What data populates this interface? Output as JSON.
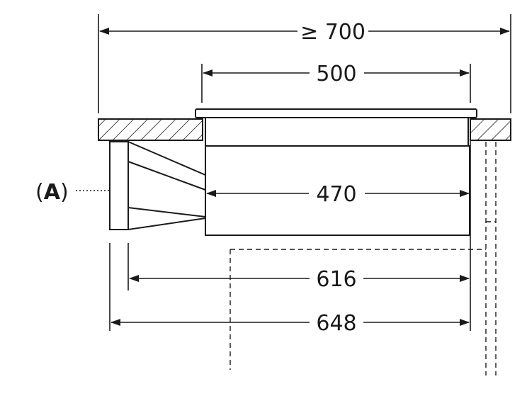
{
  "dimensions": {
    "overall_width": "≥ 700",
    "cutout_width": "500",
    "unit_width": "470",
    "depth_without_duct": "616",
    "depth_total": "648"
  },
  "labels": {
    "part_a_open": "(",
    "part_a_letter": "A",
    "part_a_close": ")"
  }
}
